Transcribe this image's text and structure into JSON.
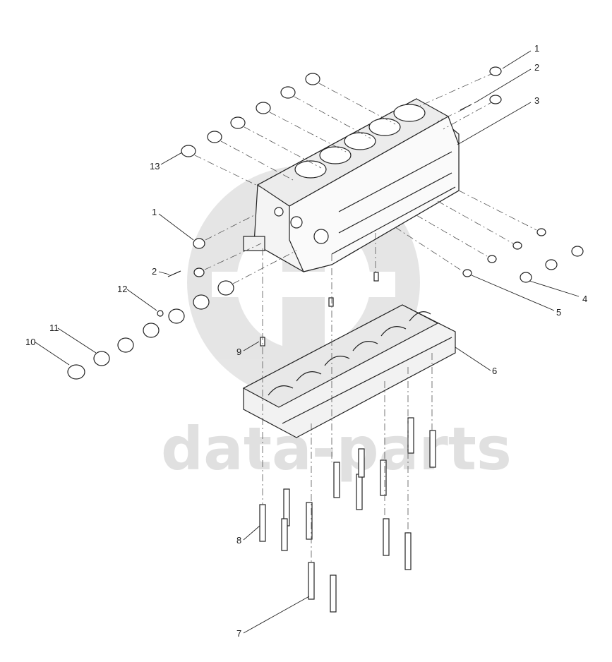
{
  "watermark": {
    "brand_text": "data-parts"
  },
  "callouts": [
    {
      "id": "c1a",
      "label": "1"
    },
    {
      "id": "c2a",
      "label": "2"
    },
    {
      "id": "c3",
      "label": "3"
    },
    {
      "id": "c4",
      "label": "4"
    },
    {
      "id": "c5",
      "label": "5"
    },
    {
      "id": "c6",
      "label": "6"
    },
    {
      "id": "c7",
      "label": "7"
    },
    {
      "id": "c8",
      "label": "8"
    },
    {
      "id": "c9",
      "label": "9"
    },
    {
      "id": "c10",
      "label": "10"
    },
    {
      "id": "c11",
      "label": "11"
    },
    {
      "id": "c12",
      "label": "12"
    },
    {
      "id": "c13",
      "label": "13"
    },
    {
      "id": "c1b",
      "label": "1"
    },
    {
      "id": "c2b",
      "label": "2"
    }
  ]
}
